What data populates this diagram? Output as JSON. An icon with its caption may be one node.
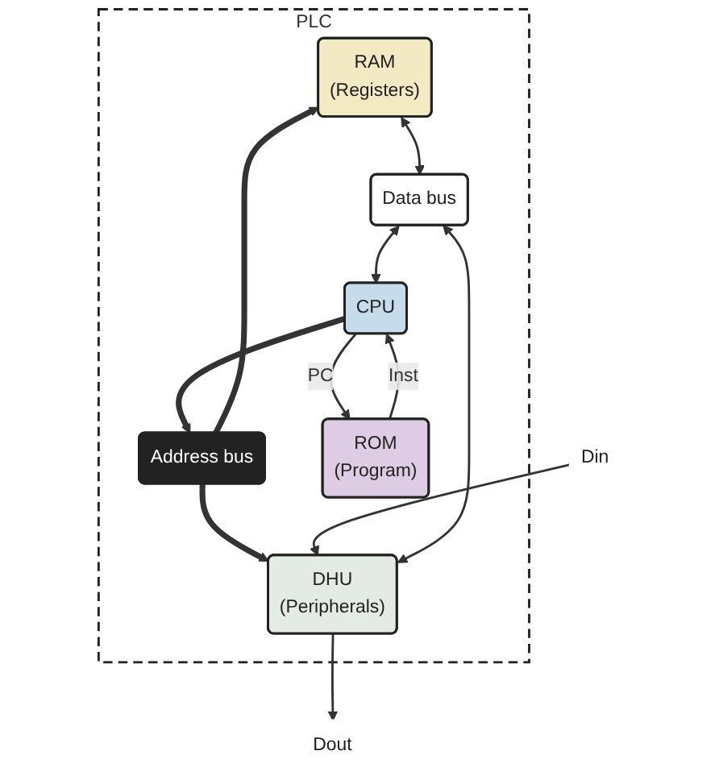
{
  "diagram": {
    "nodes": [
      {
        "text": [
          "PLC"
        ]
      },
      {
        "text": [
          "RAM",
          "(Registers)"
        ],
        "in": 0
      },
      {
        "text": [
          "DHU",
          "(Peripherals)"
        ],
        "in": 0
      },
      {
        "text": [
          "Address bus"
        ],
        "in": 0
      },
      {
        "text": [
          "Data bus"
        ],
        "in": 0
      },
      {
        "text": [
          "ROM",
          "(Program)"
        ],
        "in": 0
      },
      {
        "text": [
          "CPU"
        ],
        "in": 0
      },
      {
        "text": [
          "Din"
        ]
      },
      {
        "text": [
          "Dout"
        ]
      }
    ],
    "edges": [
      {
        "from": 1,
        "to": 4,
        "arrow": "both"
      },
      {
        "from": 3,
        "to": 1,
        "arrow": "to",
        "style": "thick"
      },
      {
        "from": 2,
        "to": 4,
        "arrow": "both"
      },
      {
        "from": 3,
        "to": 2,
        "arrow": "to",
        "style": "thick"
      },
      {
        "from": 6,
        "to": 3,
        "arrow": "to",
        "style": "thick"
      },
      {
        "from": 4,
        "to": 6,
        "arrow": "both"
      },
      {
        "from": 5,
        "to": 6,
        "label": "Inst",
        "arrow": "to"
      },
      {
        "from": 6,
        "to": 5,
        "label": "PC",
        "arrow": "to"
      },
      {
        "from": 7,
        "to": 2,
        "arrow": "to"
      },
      {
        "from": 2,
        "to": 8,
        "arrow": "to"
      }
    ]
  }
}
